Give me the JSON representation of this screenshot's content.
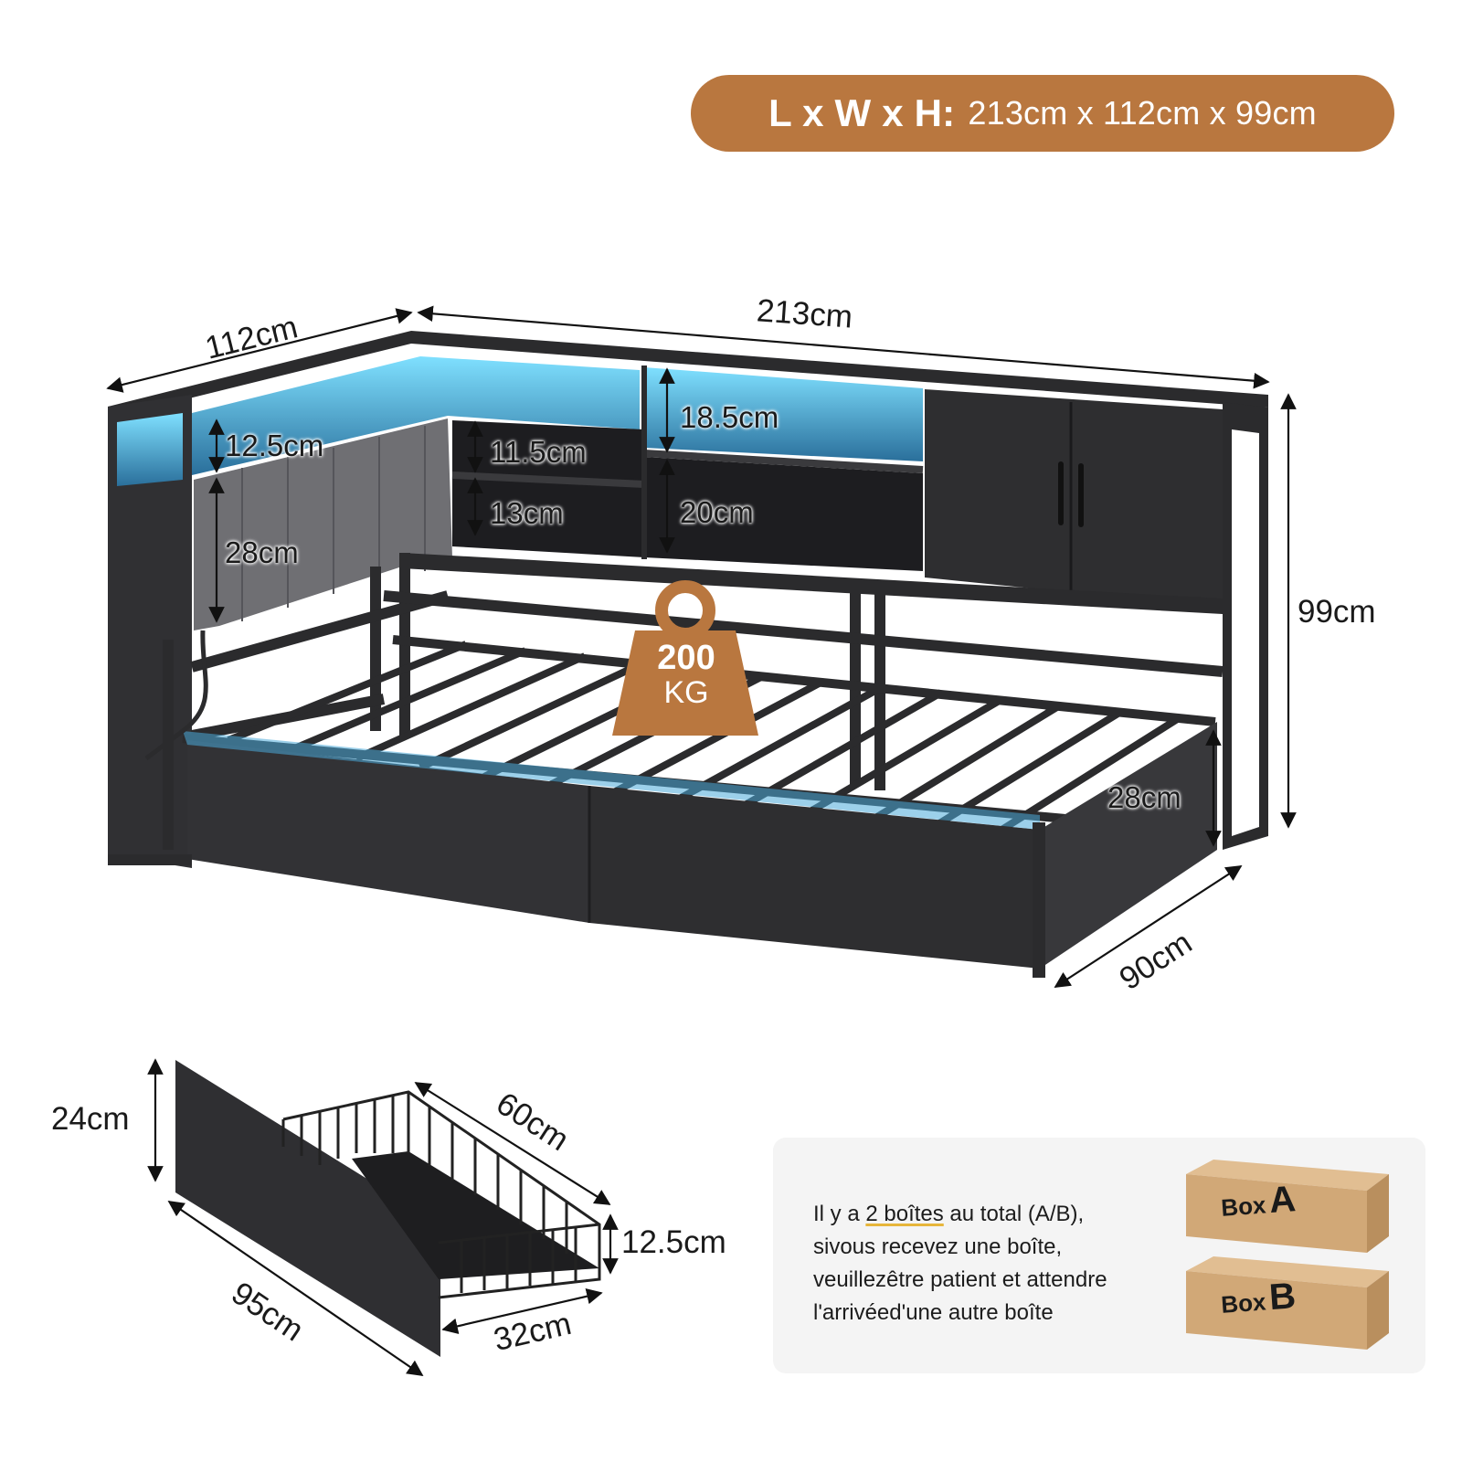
{
  "colors": {
    "accent": "#B9773F",
    "frame": "#2b2b2d",
    "wood": "#2e2e30",
    "led": "#5fd0f5",
    "fabric": "#6f6f73",
    "card": "#f4f4f4",
    "highlight": "#e7b63b",
    "box": "#d1a877"
  },
  "header": {
    "dims_label": "L x W x H:",
    "dims_value": "213cm x 112cm x 99cm"
  },
  "bed": {
    "depth": "112cm",
    "length": "213cm",
    "height": "99cm",
    "width_front": "90cm",
    "shelf_left_top": "12.5cm",
    "headboard": "28cm",
    "shelf_mid_top": "11.5cm",
    "shelf_mid_bottom": "13cm",
    "shelf_right_top": "18.5cm",
    "shelf_right_bottom": "20cm",
    "drawer_front_height": "28cm"
  },
  "weight": {
    "value": "200",
    "unit": "KG"
  },
  "drawer": {
    "height": "24cm",
    "length_back": "60cm",
    "basket_height": "12.5cm",
    "length_side": "95cm",
    "width": "32cm"
  },
  "info": {
    "text_pre": "Il y a ",
    "text_highlight": "2 boîtes",
    "text_post": " au total (A/B),",
    "line2": "sivous recevez une boîte,",
    "line3": "veuillezêtre patient et attendre",
    "line4": "l'arrivéed'une autre boîte",
    "box_a_prefix": "Box",
    "box_a_letter": "A",
    "box_b_prefix": "Box",
    "box_b_letter": "B"
  }
}
